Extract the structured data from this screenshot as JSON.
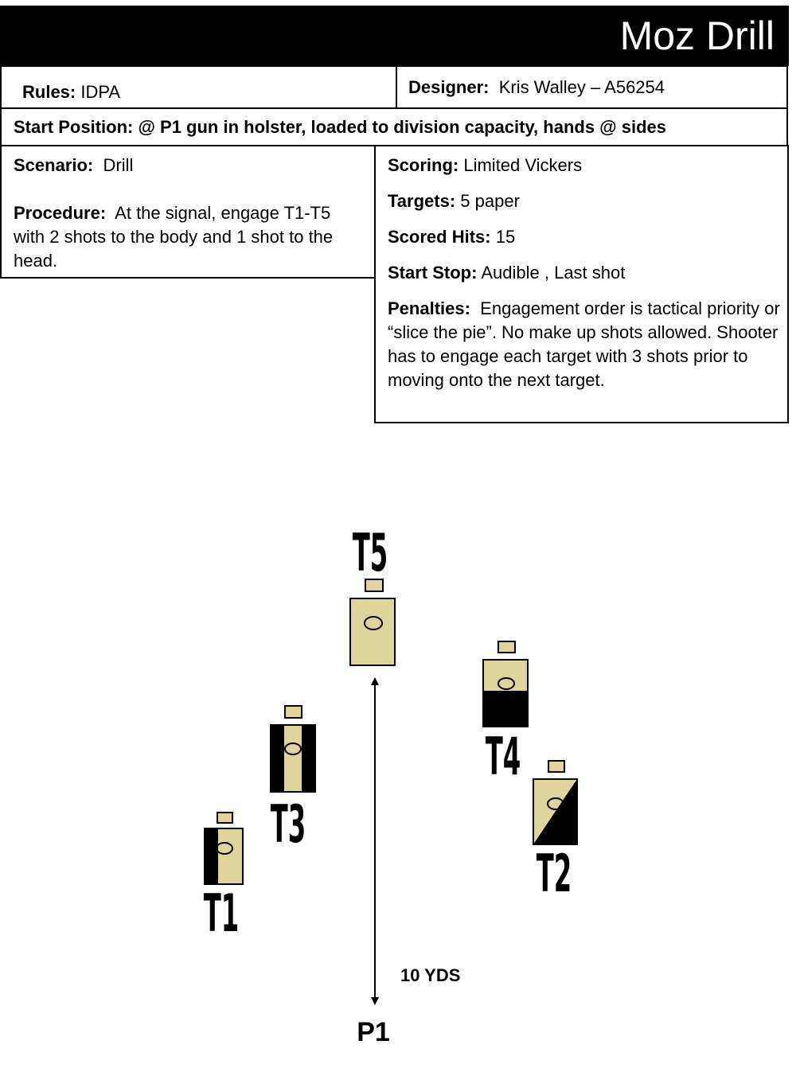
{
  "title": "Moz Drill",
  "rules": {
    "label": "Rules:",
    "value": "IDPA"
  },
  "designer": {
    "label": "Designer:",
    "value": "Kris Walley – A56254"
  },
  "start_position": {
    "label": "Start Position:",
    "value": "@ P1 gun in holster, loaded to division capacity, hands @ sides"
  },
  "scenario": {
    "label": "Scenario:",
    "value": "Drill"
  },
  "procedure": {
    "label": "Procedure:",
    "value": "At the signal, engage T1-T5 with 2 shots to the body and 1 shot to the head."
  },
  "scoring": {
    "label": "Scoring:",
    "value": "Limited Vickers"
  },
  "targets": {
    "label": "Targets:",
    "value": "5 paper"
  },
  "scored_hits": {
    "label": "Scored Hits:",
    "value": "15"
  },
  "start_stop": {
    "label": "Start Stop:",
    "value": "Audible , Last shot"
  },
  "penalties": {
    "label": "Penalties:",
    "value": "Engagement order is tactical priority or “slice the pie”.  No make up shots allowed.  Shooter has to engage each target with 3 shots prior to moving onto the next target."
  },
  "diagram": {
    "target_labels": [
      "T1",
      "T2",
      "T3",
      "T4",
      "T5"
    ],
    "position_label": "P1",
    "distance_label": "10 YDS",
    "colors": {
      "target_fill": "#ddd59a",
      "hardcover": "#000000",
      "ink": "#000000"
    }
  }
}
